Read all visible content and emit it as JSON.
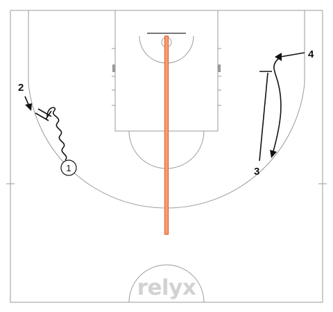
{
  "diagram": {
    "watermark": "relyx",
    "players": [
      {
        "id": "p1",
        "label": "1",
        "marker": "circle"
      },
      {
        "id": "p2",
        "label": "2",
        "marker": "text"
      },
      {
        "id": "p3",
        "label": "3",
        "marker": "text"
      },
      {
        "id": "p4",
        "label": "4",
        "marker": "text"
      }
    ],
    "colors": {
      "court_lines": "#9a9a9a",
      "play_lines": "#111111",
      "centerline_fill": "#f4a07a",
      "centerline_stroke": "#e8602c",
      "watermark": "#d2d2d2"
    }
  }
}
